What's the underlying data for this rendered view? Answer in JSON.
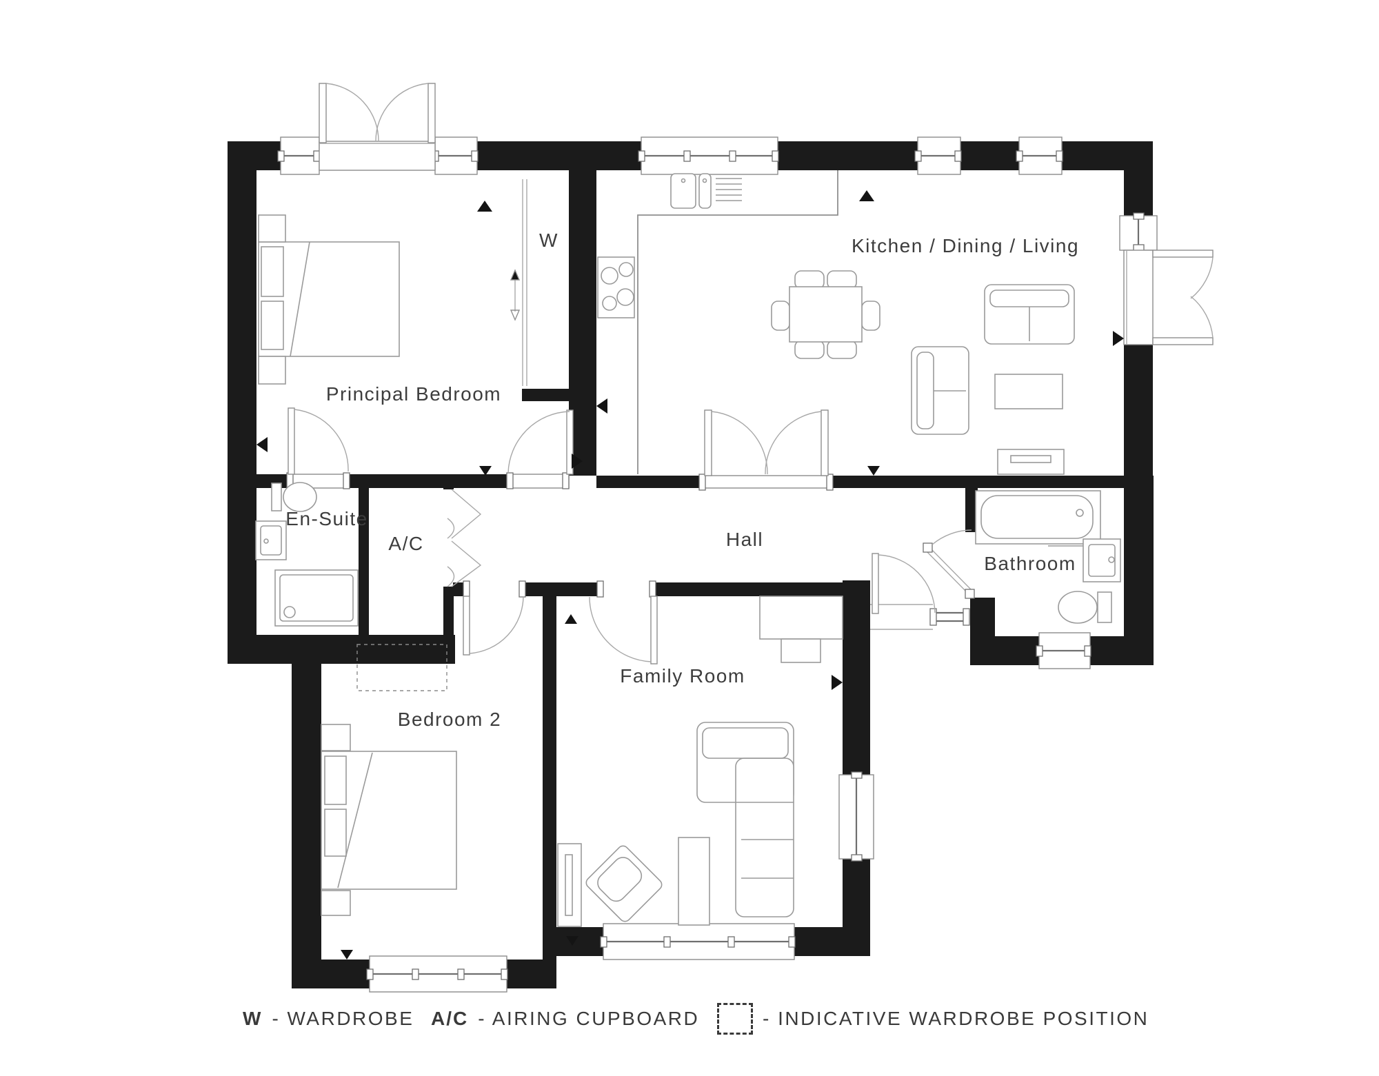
{
  "plan": {
    "rooms": [
      {
        "id": "principal-bedroom",
        "label": "Principal Bedroom"
      },
      {
        "id": "kitchen-dining-living",
        "label": "Kitchen / Dining / Living"
      },
      {
        "id": "en-suite",
        "label": "En-Suite"
      },
      {
        "id": "airing-cupboard",
        "label": "A/C"
      },
      {
        "id": "hall",
        "label": "Hall"
      },
      {
        "id": "bathroom",
        "label": "Bathroom"
      },
      {
        "id": "bedroom-2",
        "label": "Bedroom 2"
      },
      {
        "id": "family-room",
        "label": "Family Room"
      }
    ],
    "wardrobe_label": "W",
    "colors": {
      "wall": "#1b1b1b",
      "furniture_line": "#9a9a9a",
      "text": "#3d3d3d",
      "background": "#ffffff"
    }
  },
  "legend": {
    "items": [
      {
        "symbol": "W",
        "text": "- WARDROBE"
      },
      {
        "symbol": "A/C",
        "text": "- AIRING CUPBOARD"
      },
      {
        "symbol": "",
        "symbol_type": "dashed-box",
        "text": "- INDICATIVE WARDROBE POSITION"
      }
    ]
  }
}
